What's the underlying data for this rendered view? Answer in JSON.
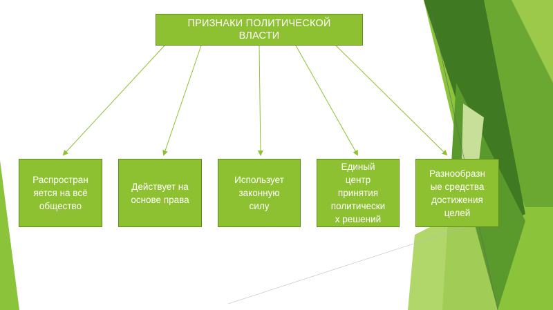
{
  "diagram": {
    "title": "ПРИЗНАКИ ПОЛИТИЧЕСКОЙ\nВЛАСТИ",
    "items": [
      {
        "label": "Распростран\nяется на всё\nобщество"
      },
      {
        "label": "Действует на\nоснове права"
      },
      {
        "label": "Использует\nзаконную\nсилу"
      },
      {
        "label": "Единый\nцентр\nпринятия\nполитически\nх решений"
      },
      {
        "label": "Разнообразн\nые средства\nдостижения\nцелей"
      }
    ]
  },
  "colors": {
    "box_fill": "#8dc131",
    "box_border": "#5f8a1c",
    "connector": "#8dc131",
    "deco_dark": "#3f7a22",
    "deco_mid": "#6aa832",
    "deco_light": "#9cc94a"
  }
}
